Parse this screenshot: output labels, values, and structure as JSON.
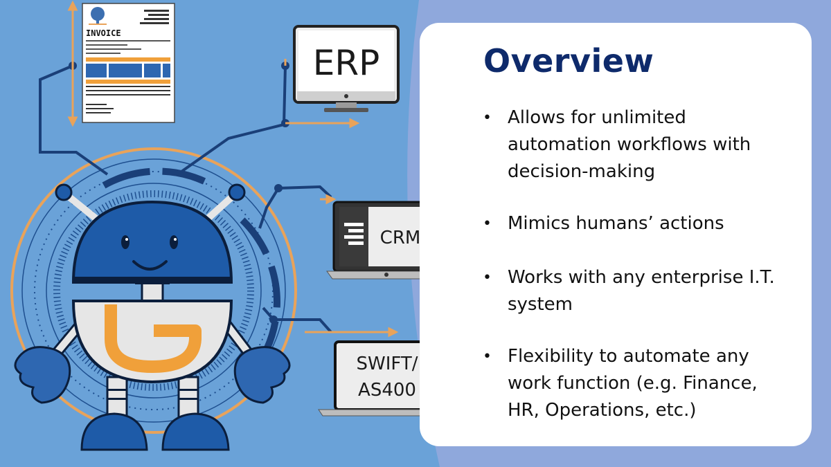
{
  "illustration": {
    "invoice_label": "INVOICE",
    "erp_label": "ERP",
    "crm_label": "CRM",
    "swift_line1": "SWIFT/",
    "swift_line2": "AS400"
  },
  "colors": {
    "background": "#6AA2D8",
    "navy": "#1E5BA8",
    "orange": "#F0A03A",
    "title": "#0E2A6B"
  },
  "overview": {
    "title": "Overview",
    "bullets": [
      {
        "text": "Allows for unlimited automation workflows with decision-making"
      },
      {
        "text": "Mimics humans’ actions"
      },
      {
        "text": "Works with any enterprise I.T. system"
      },
      {
        "text": "Flexibility to automate any work function (e.g. Finance, HR, Operations, etc.)"
      }
    ]
  }
}
